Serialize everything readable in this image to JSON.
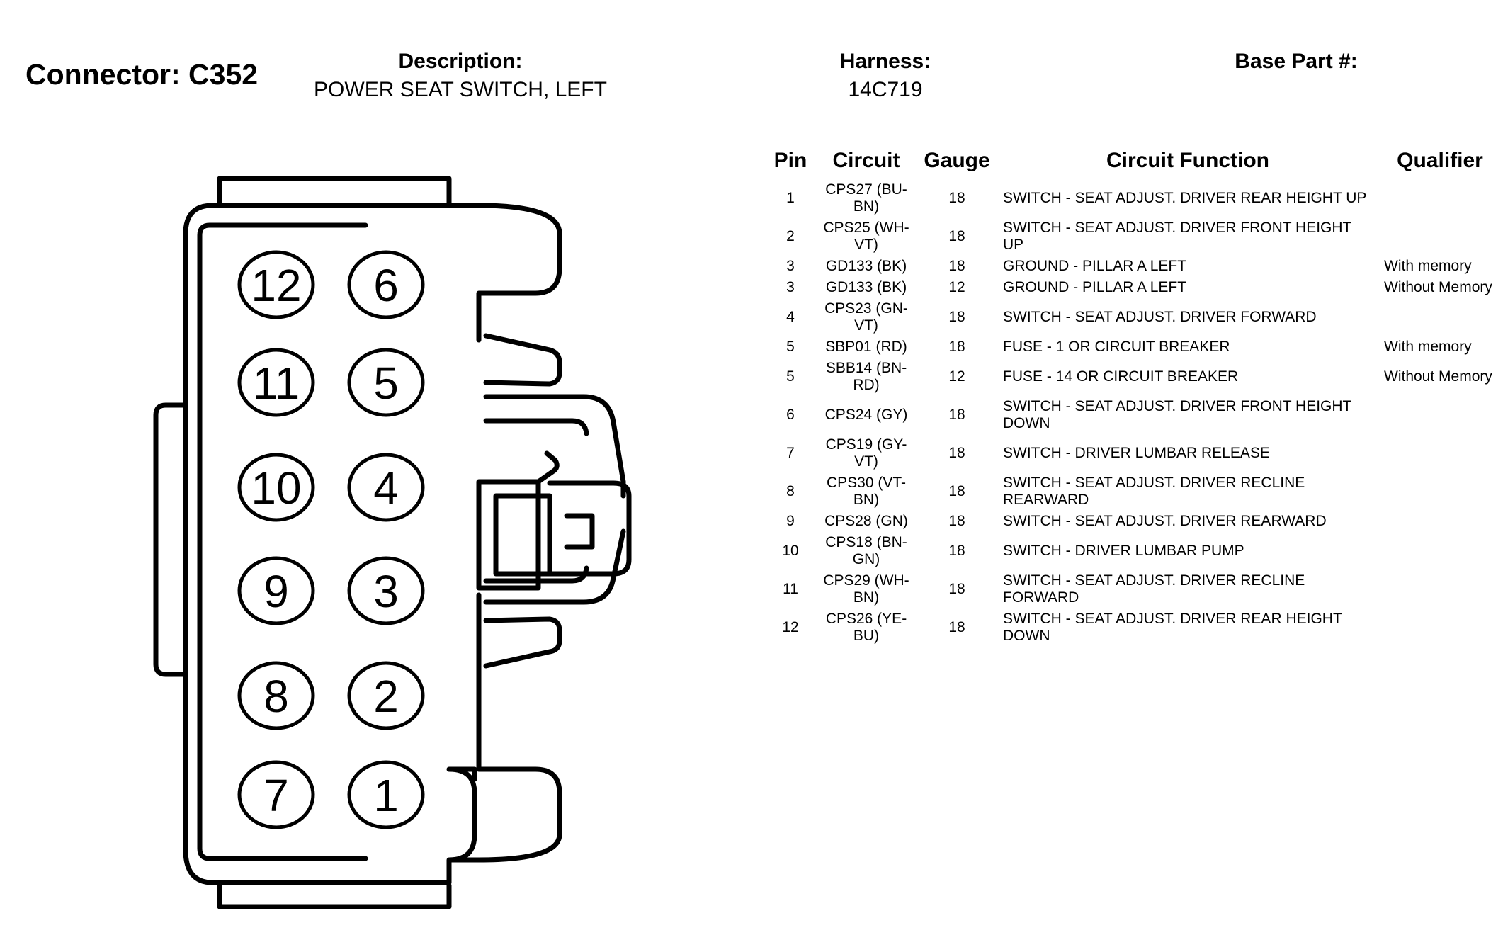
{
  "header": {
    "connector": "Connector: C352",
    "description_label": "Description:",
    "description_value": "POWER SEAT SWITCH, LEFT",
    "harness_label": "Harness:",
    "harness_value": "14C719",
    "base_part_label": "Base Part #:"
  },
  "diagram": {
    "pin_labels": [
      "12",
      "6",
      "11",
      "5",
      "10",
      "4",
      "9",
      "3",
      "8",
      "2",
      "7",
      "1"
    ]
  },
  "table": {
    "columns": [
      "Pin",
      "Circuit",
      "Gauge",
      "Circuit Function",
      "Qualifier"
    ],
    "rows": [
      {
        "pin": "1",
        "circuit": "CPS27 (BU-BN)",
        "gauge": "18",
        "function": "SWITCH - SEAT ADJUST. DRIVER REAR HEIGHT UP",
        "qualifier": ""
      },
      {
        "pin": "2",
        "circuit": "CPS25 (WH-VT)",
        "gauge": "18",
        "function": "SWITCH - SEAT ADJUST. DRIVER FRONT HEIGHT UP",
        "qualifier": ""
      },
      {
        "pin": "3",
        "circuit": "GD133 (BK)",
        "gauge": "18",
        "function": "GROUND - PILLAR A LEFT",
        "qualifier": "With memory"
      },
      {
        "pin": "3",
        "circuit": "GD133 (BK)",
        "gauge": "12",
        "function": "GROUND - PILLAR A LEFT",
        "qualifier": "Without Memory"
      },
      {
        "pin": "4",
        "circuit": "CPS23 (GN-VT)",
        "gauge": "18",
        "function": "SWITCH - SEAT ADJUST. DRIVER FORWARD",
        "qualifier": ""
      },
      {
        "pin": "5",
        "circuit": "SBP01 (RD)",
        "gauge": "18",
        "function": "FUSE - 1 OR CIRCUIT BREAKER",
        "qualifier": "With memory"
      },
      {
        "pin": "5",
        "circuit": "SBB14 (BN-RD)",
        "gauge": "12",
        "function": "FUSE - 14 OR CIRCUIT BREAKER",
        "qualifier": "Without Memory"
      },
      {
        "pin": "6",
        "circuit": "CPS24 (GY)",
        "gauge": "18",
        "function": "SWITCH - SEAT ADJUST. DRIVER FRONT HEIGHT DOWN",
        "qualifier": ""
      },
      {
        "pin": "7",
        "circuit": "CPS19 (GY-VT)",
        "gauge": "18",
        "function": "SWITCH - DRIVER LUMBAR RELEASE",
        "qualifier": ""
      },
      {
        "pin": "8",
        "circuit": "CPS30 (VT-BN)",
        "gauge": "18",
        "function": "SWITCH - SEAT ADJUST. DRIVER RECLINE REARWARD",
        "qualifier": ""
      },
      {
        "pin": "9",
        "circuit": "CPS28 (GN)",
        "gauge": "18",
        "function": "SWITCH - SEAT ADJUST. DRIVER REARWARD",
        "qualifier": ""
      },
      {
        "pin": "10",
        "circuit": "CPS18 (BN-GN)",
        "gauge": "18",
        "function": "SWITCH - DRIVER LUMBAR PUMP",
        "qualifier": ""
      },
      {
        "pin": "11",
        "circuit": "CPS29 (WH-BN)",
        "gauge": "18",
        "function": "SWITCH - SEAT ADJUST. DRIVER RECLINE FORWARD",
        "qualifier": ""
      },
      {
        "pin": "12",
        "circuit": "CPS26 (YE-BU)",
        "gauge": "18",
        "function": "SWITCH - SEAT ADJUST. DRIVER REAR HEIGHT DOWN",
        "qualifier": ""
      }
    ]
  }
}
